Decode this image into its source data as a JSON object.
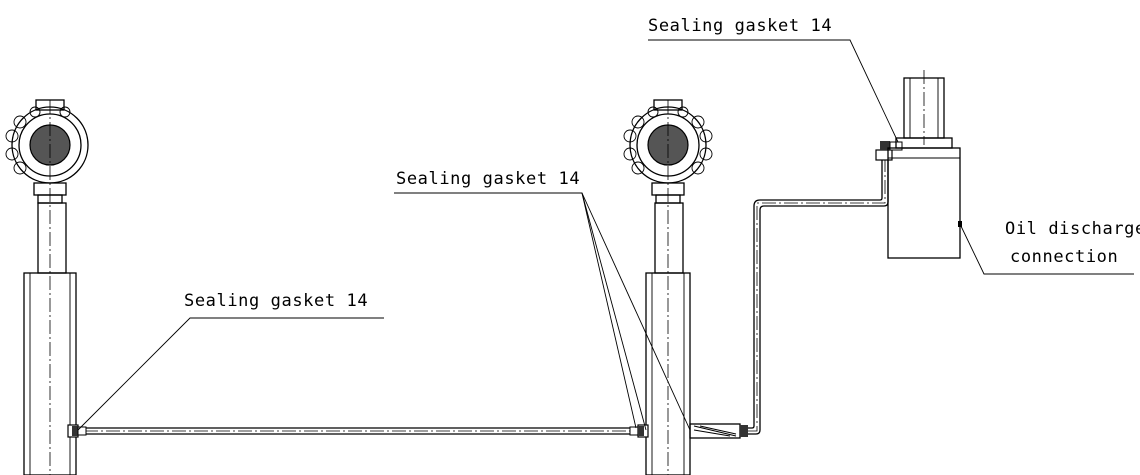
{
  "labels": {
    "gasket_top": "Sealing gasket 14",
    "gasket_middle": "Sealing gasket 14",
    "gasket_left": "Sealing gasket 14",
    "oil_line1": "Oil discharge",
    "oil_line2": "connection"
  },
  "icons": {
    "transmitter": "junction-box-head",
    "reservoir": "oil-reservoir-tank"
  }
}
